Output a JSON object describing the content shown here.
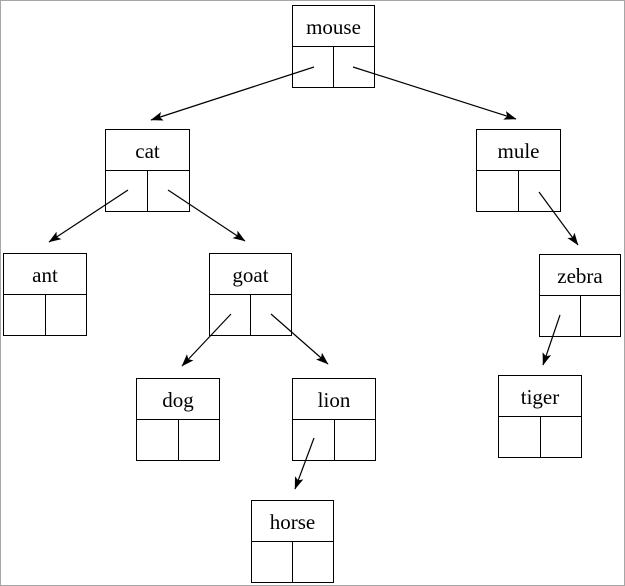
{
  "diagram": {
    "type": "binary-tree",
    "description": "Binary tree of animal names; each node drawn as a record box with a label on top and two pointer cells below, arrows from pointer cells to child nodes",
    "nodes": [
      {
        "id": "mouse",
        "label": "mouse",
        "left_child": "cat",
        "right_child": "mule"
      },
      {
        "id": "cat",
        "label": "cat",
        "left_child": "ant",
        "right_child": "goat"
      },
      {
        "id": "mule",
        "label": "mule",
        "left_child": null,
        "right_child": "zebra"
      },
      {
        "id": "ant",
        "label": "ant",
        "left_child": null,
        "right_child": null
      },
      {
        "id": "goat",
        "label": "goat",
        "left_child": "dog",
        "right_child": "lion"
      },
      {
        "id": "zebra",
        "label": "zebra",
        "left_child": "tiger",
        "right_child": null
      },
      {
        "id": "dog",
        "label": "dog",
        "left_child": null,
        "right_child": null
      },
      {
        "id": "lion",
        "label": "lion",
        "left_child": "horse",
        "right_child": null
      },
      {
        "id": "tiger",
        "label": "tiger",
        "left_child": null,
        "right_child": null
      },
      {
        "id": "horse",
        "label": "horse",
        "left_child": null,
        "right_child": null
      }
    ],
    "edges": [
      {
        "from": "mouse",
        "cell": "left",
        "to": "cat"
      },
      {
        "from": "mouse",
        "cell": "right",
        "to": "mule"
      },
      {
        "from": "cat",
        "cell": "left",
        "to": "ant"
      },
      {
        "from": "cat",
        "cell": "right",
        "to": "goat"
      },
      {
        "from": "mule",
        "cell": "right",
        "to": "zebra"
      },
      {
        "from": "goat",
        "cell": "left",
        "to": "dog"
      },
      {
        "from": "goat",
        "cell": "right",
        "to": "lion"
      },
      {
        "from": "zebra",
        "cell": "left",
        "to": "tiger"
      },
      {
        "from": "lion",
        "cell": "left",
        "to": "horse"
      }
    ],
    "colors": {
      "line": "#000000",
      "background": "#ffffff",
      "frame_border": "#a6a6a6"
    }
  }
}
